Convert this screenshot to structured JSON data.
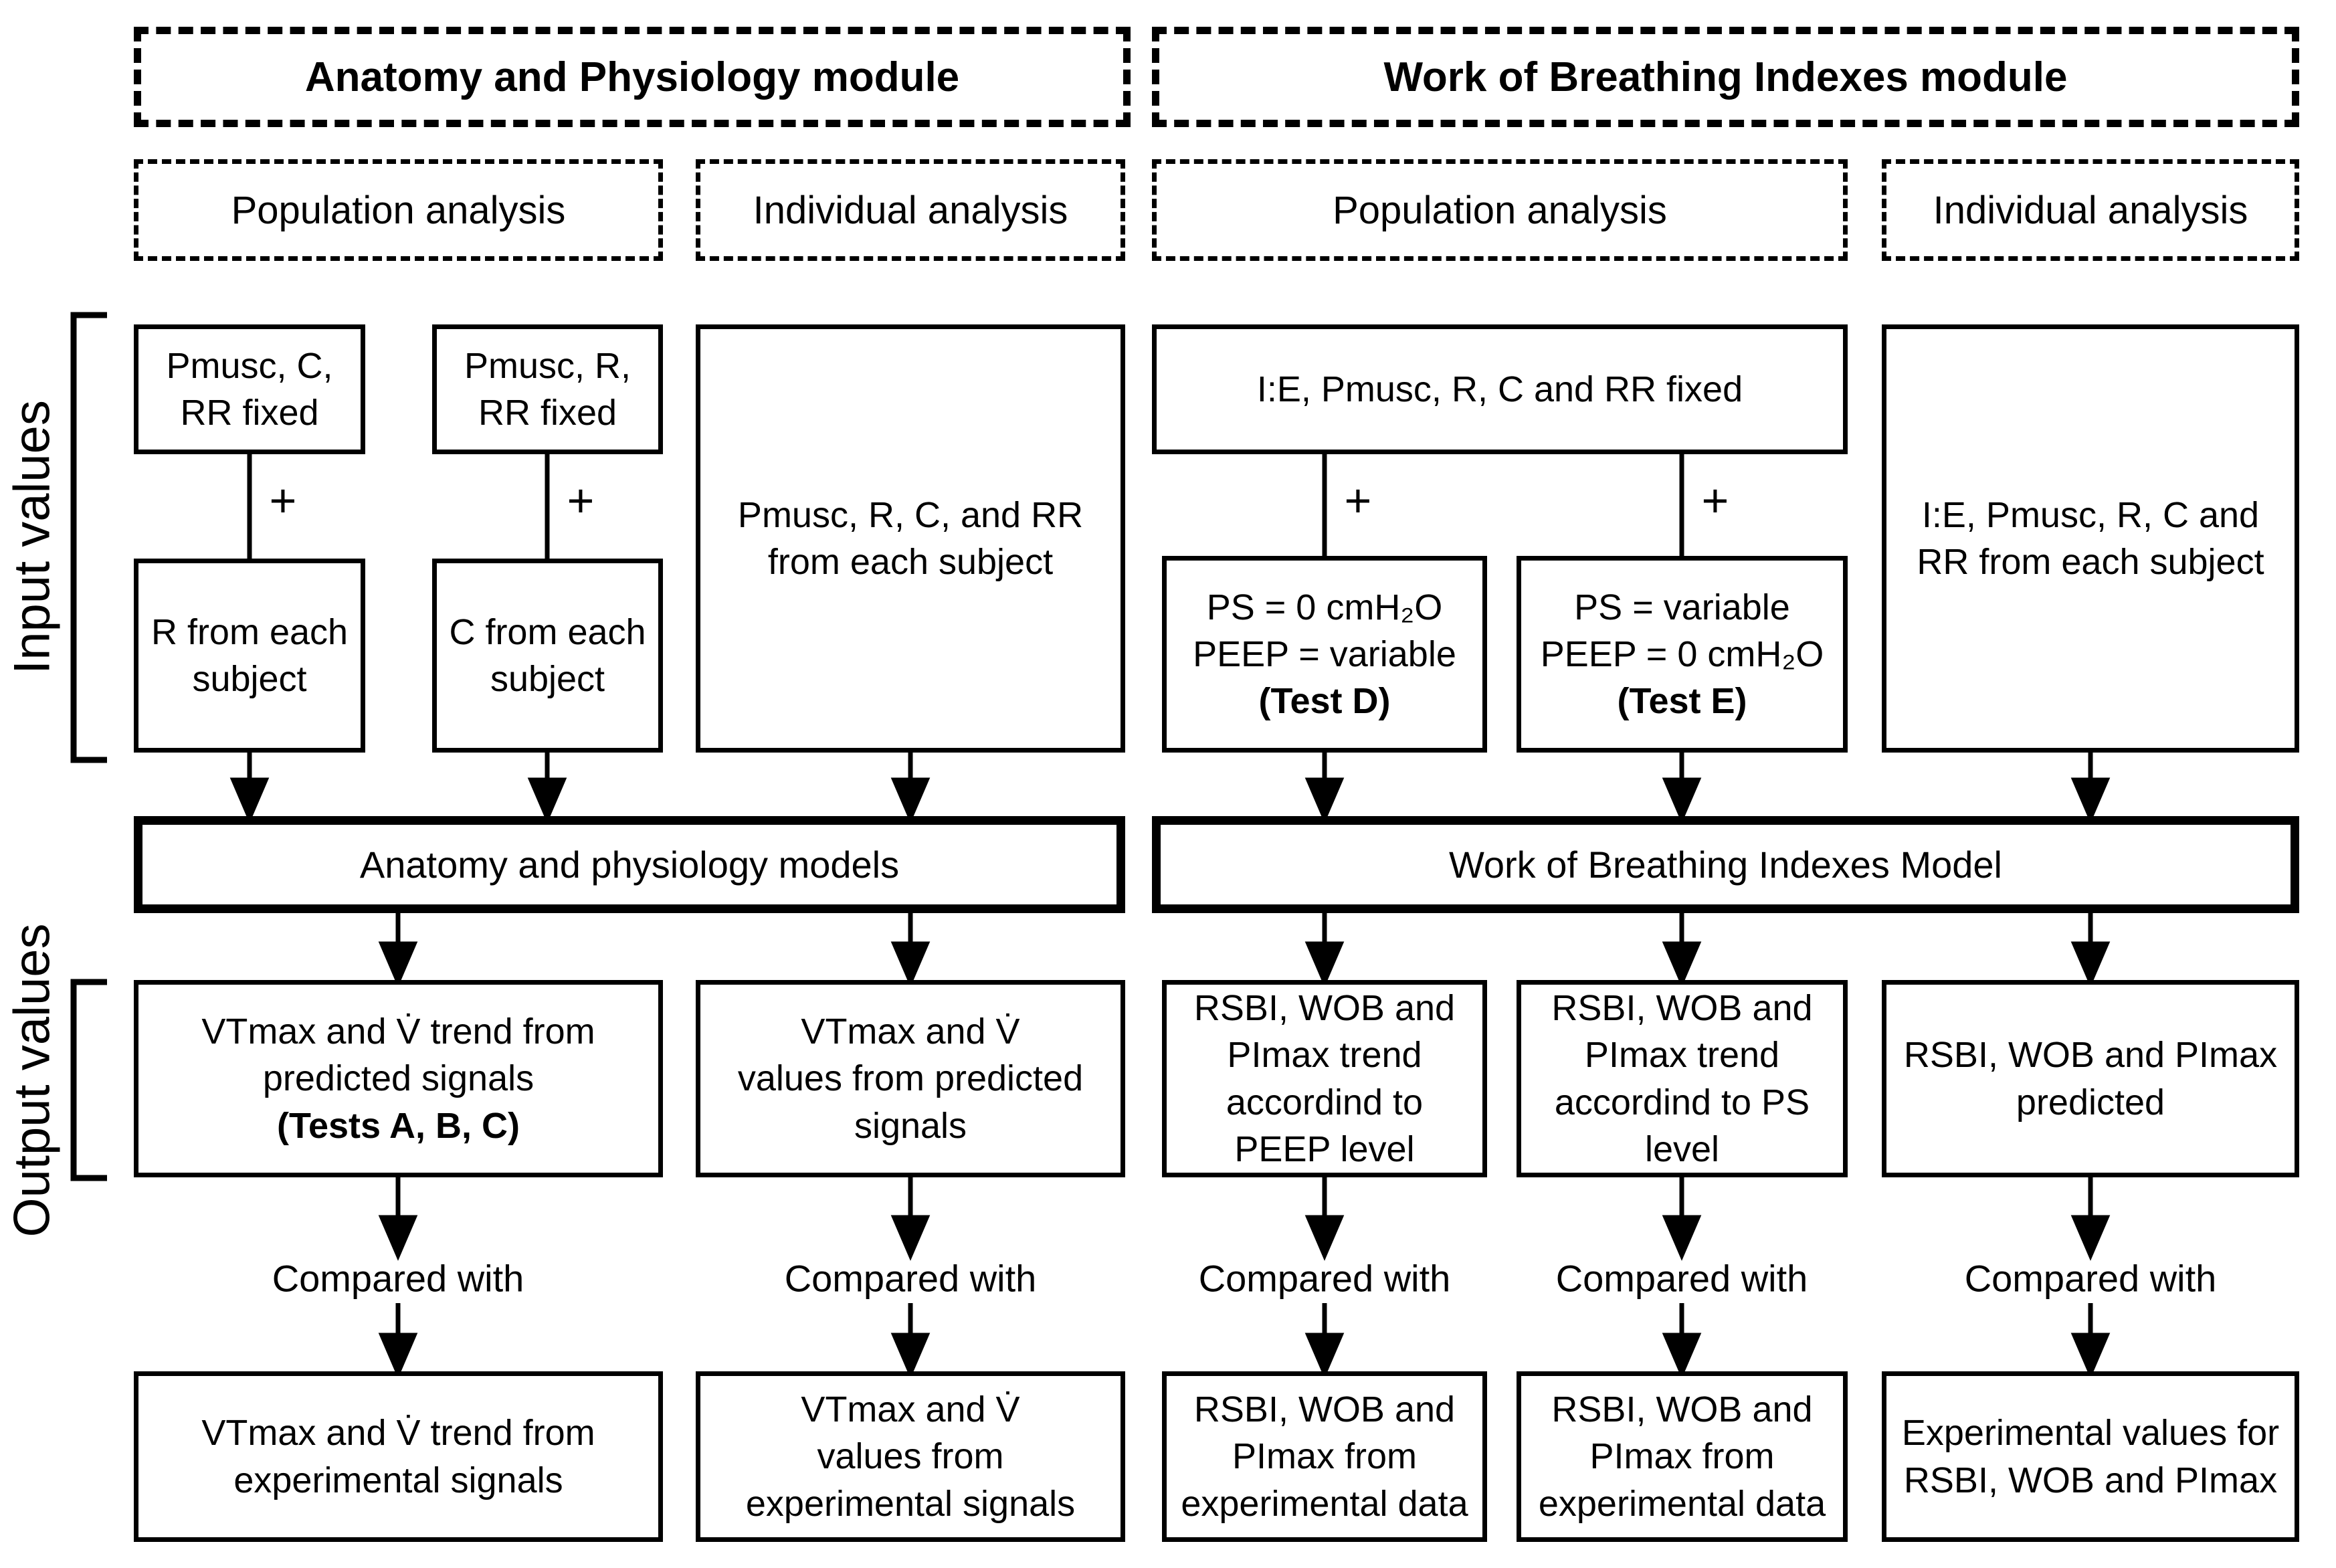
{
  "figure": {
    "modules": {
      "anatomy": {
        "title": "Anatomy and Physiology module"
      },
      "wob": {
        "title": "Work of Breathing Indexes module"
      }
    },
    "analysis": {
      "anatomy_population": "Population analysis",
      "anatomy_individual": "Individual analysis",
      "wob_population": "Population analysis",
      "wob_individual": "Individual analysis"
    },
    "side_labels": {
      "input": "Input values",
      "output": "Output values"
    },
    "symbols": {
      "plus": "+"
    },
    "compare_label": "Compared with",
    "inputs": {
      "pop1_fixed": [
        "Pmusc, C,",
        "RR fixed"
      ],
      "pop1_subject": [
        "R from each",
        "subject"
      ],
      "pop2_fixed": [
        "Pmusc, R,",
        "RR fixed"
      ],
      "pop2_subject": [
        "C from each",
        "subject"
      ],
      "anatomy_individual": [
        "Pmusc, R, C, and RR",
        "from each subject"
      ],
      "wob_fixed": [
        "I:E, Pmusc, R, C and RR fixed"
      ],
      "test_d": {
        "lines": [
          "PS = 0 cmH₂O",
          "PEEP = variable"
        ],
        "note": "(Test D)"
      },
      "test_e": {
        "lines": [
          "PS = variable",
          "PEEP = 0 cmH₂O"
        ],
        "note": "(Test E)"
      },
      "wob_individual": [
        "I:E, Pmusc, R, C and",
        "RR from each subject"
      ]
    },
    "models": {
      "anatomy": "Anatomy and physiology models",
      "wob": "Work of Breathing Indexes Model"
    },
    "outputs": {
      "o1": {
        "lines": [
          "VTmax and V̇ trend from",
          "predicted signals"
        ],
        "note": "(Tests A, B, C)"
      },
      "o2": [
        "VTmax and V̇",
        "values from predicted",
        "signals"
      ],
      "o3": [
        "RSBI, WOB and",
        "PImax trend",
        "accordind to",
        "PEEP level"
      ],
      "o4": [
        "RSBI, WOB and",
        "PImax trend",
        "accordind to PS",
        "level"
      ],
      "o5": [
        "RSBI, WOB and PImax",
        "predicted"
      ]
    },
    "experimental": {
      "e1": [
        "VTmax and V̇ trend from",
        "experimental signals"
      ],
      "e2": [
        "VTmax and V̇",
        "values from",
        "experimental signals"
      ],
      "e3": [
        "RSBI, WOB and",
        "PImax from",
        "experimental data"
      ],
      "e4": [
        "RSBI, WOB and",
        "PImax from",
        "experimental data"
      ],
      "e5": [
        "Experimental values for",
        "RSBI, WOB and PImax"
      ]
    }
  }
}
